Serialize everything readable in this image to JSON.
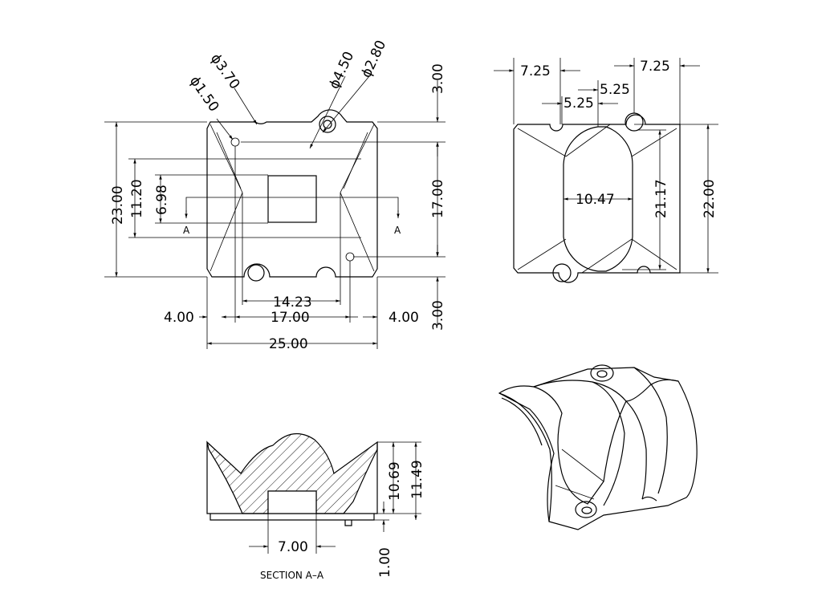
{
  "dims": {
    "phi370": "ϕ3.70",
    "phi150": "ϕ1.50",
    "phi450": "ϕ4.50",
    "phi280": "ϕ2.80",
    "d300_top": "3.00",
    "d300_bot": "3.00",
    "d2300": "23.00",
    "d1120": "11.20",
    "d698": "6.98",
    "d1700_v": "17.00",
    "d1423": "14.23",
    "d1700_h": "17.00",
    "d400_l": "4.00",
    "d400_r": "4.00",
    "d2500": "25.00",
    "d725_l": "7.25",
    "d725_r": "7.25",
    "d525_a": "5.25",
    "d525_b": "5.25",
    "d1047": "10.47",
    "d2117": "21.17",
    "d2200": "22.00",
    "d1069": "10.69",
    "d1149": "11.49",
    "d700": "7.00",
    "d100": "1.00"
  },
  "labels": {
    "section_a_left": "A",
    "section_a_right": "A",
    "section_title": "SECTION A–A"
  }
}
